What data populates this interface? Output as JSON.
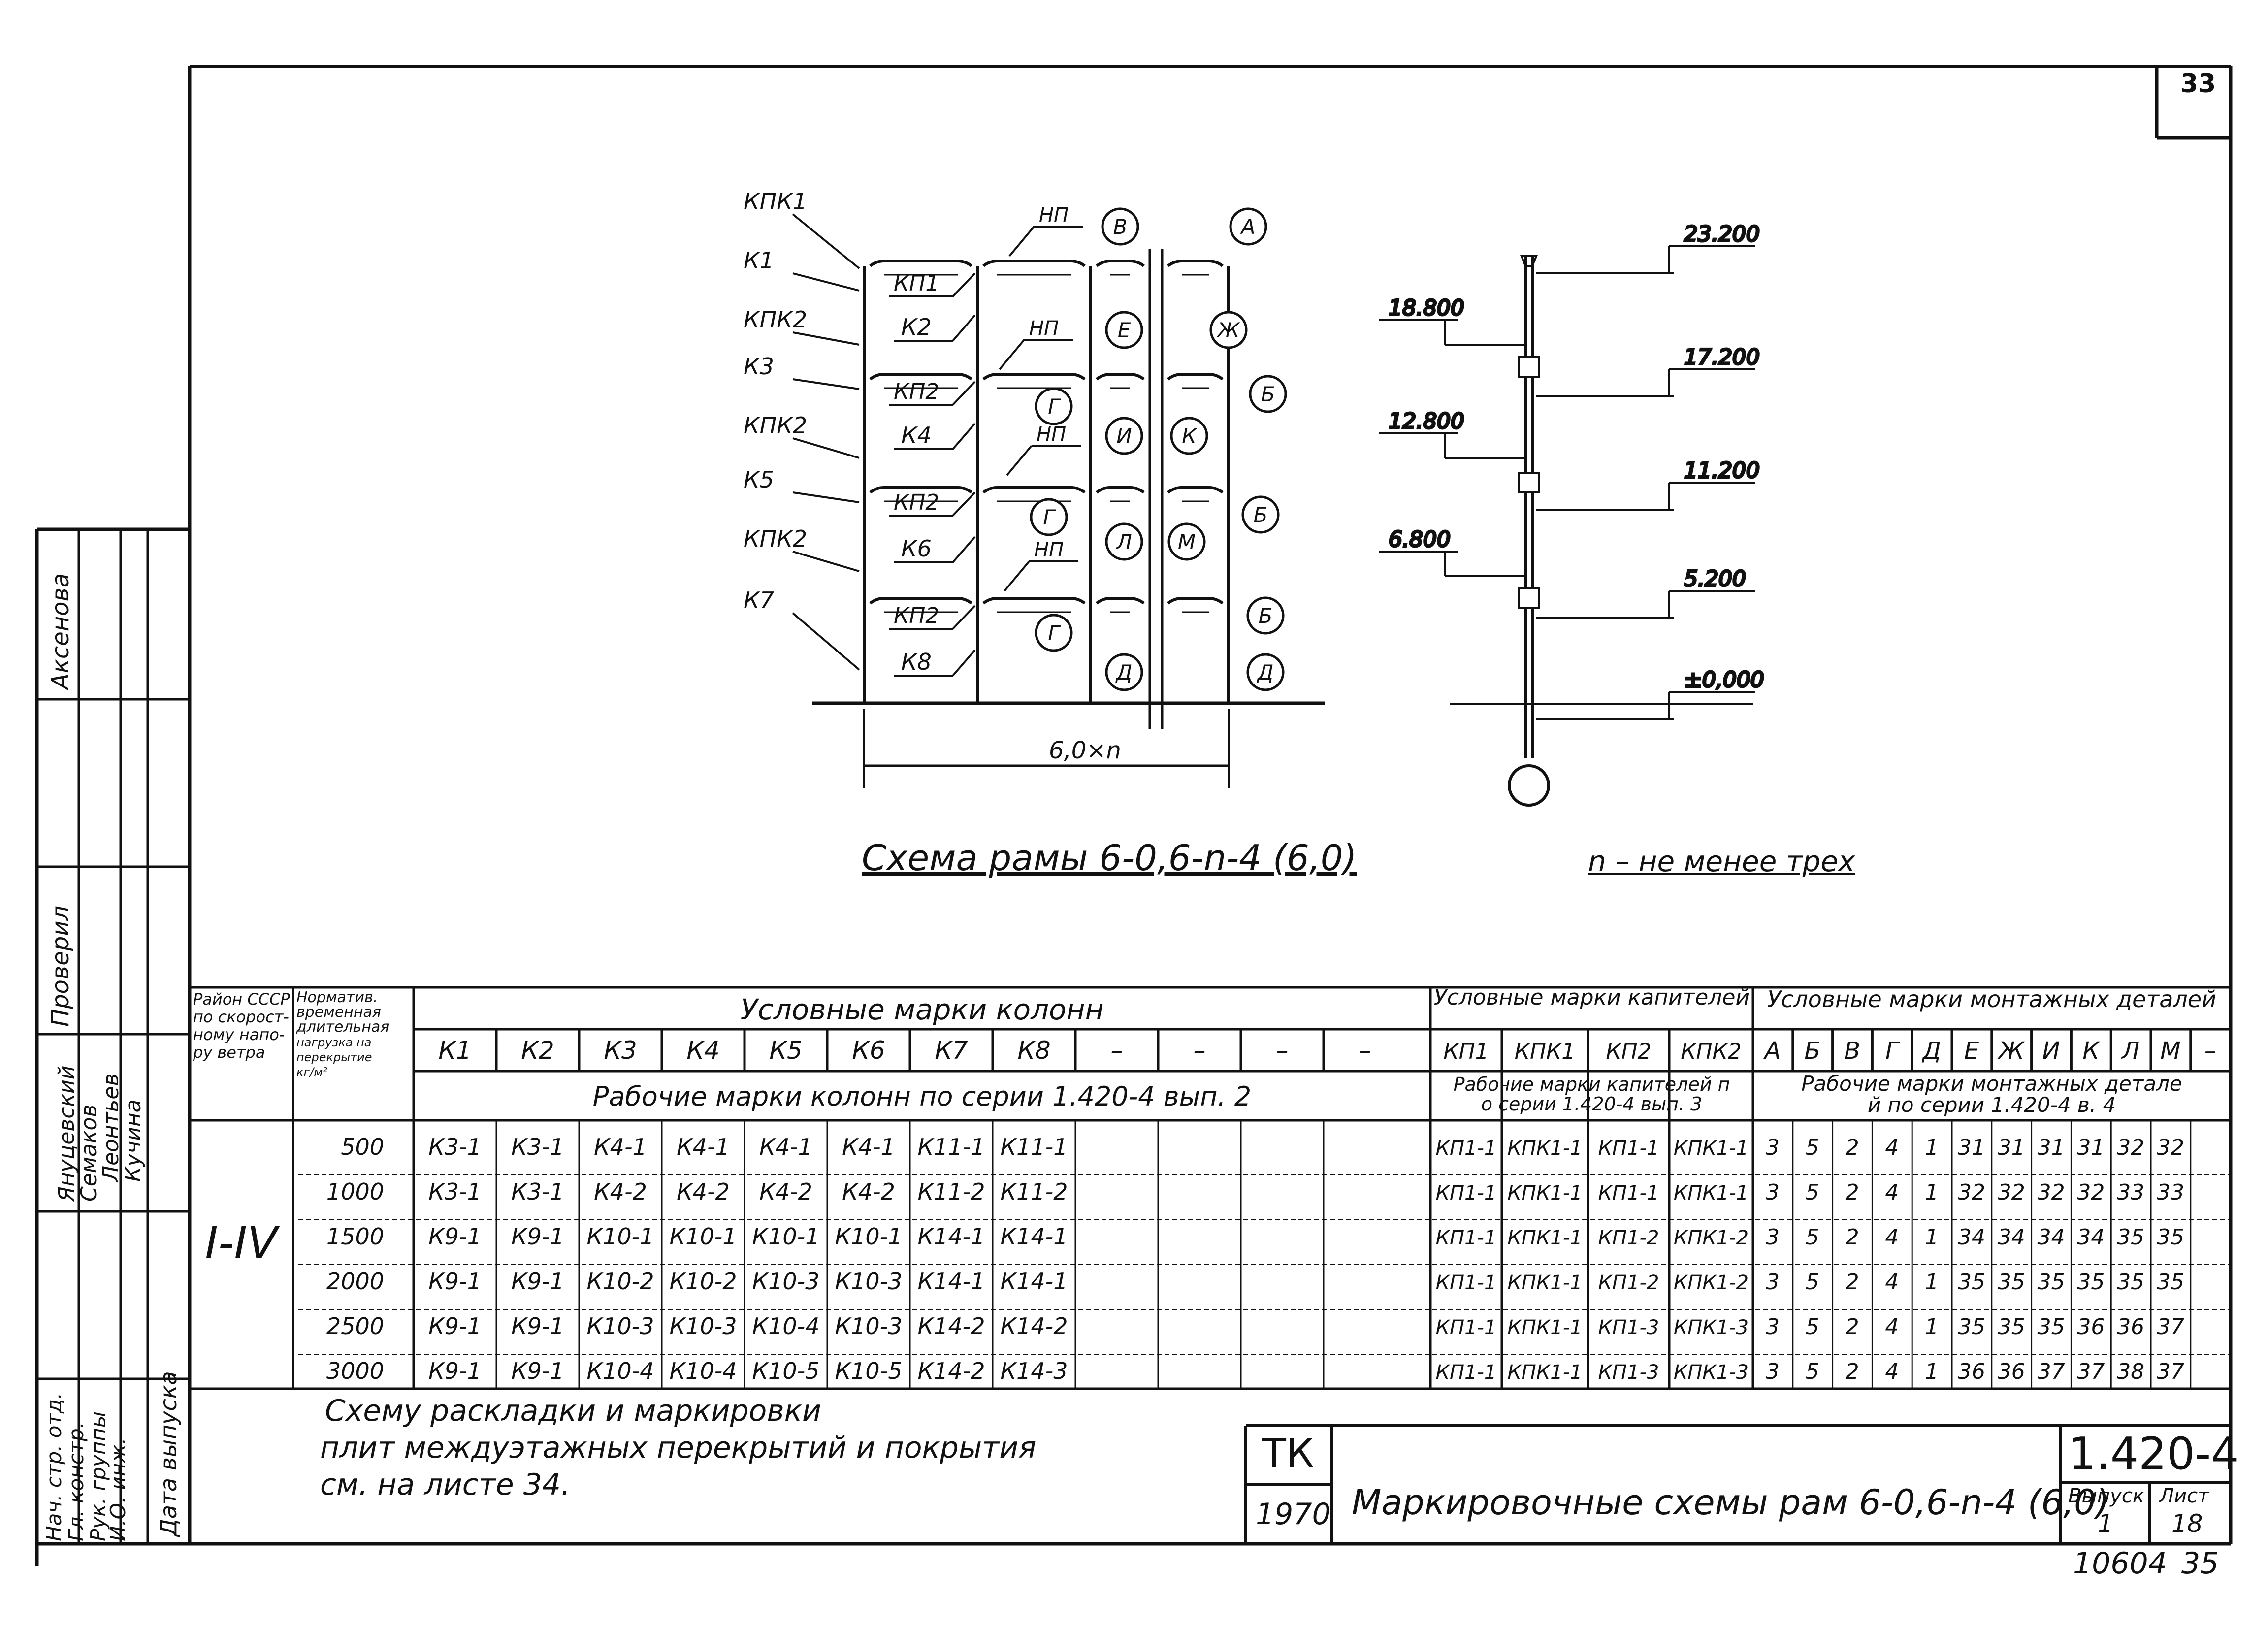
{
  "sheet": {
    "page_number": "33",
    "bottom_code": "10604",
    "bottom_page": "35"
  },
  "frame_diagram": {
    "labels_left": [
      "КПК1",
      "К1",
      "КПК2",
      "К3",
      "КПК2",
      "К5",
      "КПК2",
      "К7"
    ],
    "capitals": [
      "КП1",
      "КП2",
      "КП2",
      "КП2"
    ],
    "columns_inner": [
      "К2",
      "К4",
      "К6",
      "К8"
    ],
    "beam_labels": [
      "НП",
      "НП",
      "НП",
      "НП"
    ],
    "circle_labels": [
      "В",
      "А",
      "Е",
      "Ж",
      "Б",
      "Г",
      "И",
      "К",
      "Г",
      "Л",
      "М",
      "Б",
      "Г",
      "Б",
      "Д",
      "Д"
    ],
    "dimension": "6,0×n",
    "title": "Схема рамы 6-0,6-n-4 (6,0)"
  },
  "elevation": {
    "levels_right": [
      "23.200",
      "17.200",
      "11.200",
      "5.200",
      "±0,000"
    ],
    "levels_left": [
      "18.800",
      "12.800",
      "6.800"
    ],
    "note": "n – не менее трех"
  },
  "table": {
    "head_col1": [
      "Район СССР",
      "по скорост-",
      "ному напо-",
      "ру ветра"
    ],
    "head_col2": [
      "Норматив.",
      "временная",
      "длительная",
      "нагрузка на",
      "перекрытие",
      "кг/м²"
    ],
    "group_columns": "Условные марки колонн",
    "group_capitals": "Условные марки капителей",
    "group_details": "Условные марки монтажных деталей",
    "column_marks": [
      "К1",
      "К2",
      "К3",
      "К4",
      "К5",
      "К6",
      "К7",
      "К8",
      "–",
      "–",
      "–",
      "–"
    ],
    "capital_marks": [
      "КП1",
      "КПК1",
      "КП2",
      "КПК2"
    ],
    "detail_marks": [
      "А",
      "Б",
      "В",
      "Г",
      "Д",
      "Е",
      "Ж",
      "И",
      "К",
      "Л",
      "М",
      "–"
    ],
    "sub_columns": "Рабочие марки колонн по серии 1.420-4 вып. 2",
    "sub_capitals": "Рабочие марки капителей по серии 1.420-4 вып. 3",
    "sub_details": "Рабочие марки монтажных деталей по серии 1.420-4 в. 4",
    "region": "I-IV",
    "rows": [
      {
        "load": "500",
        "cols": [
          "К3-1",
          "К3-1",
          "К4-1",
          "К4-1",
          "К4-1",
          "К4-1",
          "К11-1",
          "К11-1",
          "",
          "",
          "",
          ""
        ],
        "caps": [
          "КП1-1",
          "КПК1-1",
          "КП1-1",
          "КПК1-1"
        ],
        "details": [
          "3",
          "5",
          "2",
          "4",
          "1",
          "31",
          "31",
          "31",
          "31",
          "32",
          "32",
          ""
        ]
      },
      {
        "load": "1000",
        "cols": [
          "К3-1",
          "К3-1",
          "К4-2",
          "К4-2",
          "К4-2",
          "К4-2",
          "К11-2",
          "К11-2",
          "",
          "",
          "",
          ""
        ],
        "caps": [
          "КП1-1",
          "КПК1-1",
          "КП1-1",
          "КПК1-1"
        ],
        "details": [
          "3",
          "5",
          "2",
          "4",
          "1",
          "32",
          "32",
          "32",
          "32",
          "33",
          "33",
          ""
        ]
      },
      {
        "load": "1500",
        "cols": [
          "К9-1",
          "К9-1",
          "К10-1",
          "К10-1",
          "К10-1",
          "К10-1",
          "К14-1",
          "К14-1",
          "",
          "",
          "",
          ""
        ],
        "caps": [
          "КП1-1",
          "КПК1-1",
          "КП1-2",
          "КПК1-2"
        ],
        "details": [
          "3",
          "5",
          "2",
          "4",
          "1",
          "34",
          "34",
          "34",
          "34",
          "35",
          "35",
          ""
        ]
      },
      {
        "load": "2000",
        "cols": [
          "К9-1",
          "К9-1",
          "К10-2",
          "К10-2",
          "К10-3",
          "К10-3",
          "К14-1",
          "К14-1",
          "",
          "",
          "",
          ""
        ],
        "caps": [
          "КП1-1",
          "КПК1-1",
          "КП1-2",
          "КПК1-2"
        ],
        "details": [
          "3",
          "5",
          "2",
          "4",
          "1",
          "35",
          "35",
          "35",
          "35",
          "35",
          "35",
          ""
        ]
      },
      {
        "load": "2500",
        "cols": [
          "К9-1",
          "К9-1",
          "К10-3",
          "К10-3",
          "К10-4",
          "К10-3",
          "К14-2",
          "К14-2",
          "",
          "",
          "",
          ""
        ],
        "caps": [
          "КП1-1",
          "КПК1-1",
          "КП1-3",
          "КПК1-3"
        ],
        "details": [
          "3",
          "5",
          "2",
          "4",
          "1",
          "35",
          "35",
          "35",
          "36",
          "36",
          "37",
          ""
        ]
      },
      {
        "load": "3000",
        "cols": [
          "К9-1",
          "К9-1",
          "К10-4",
          "К10-4",
          "К10-5",
          "К10-5",
          "К14-2",
          "К14-3",
          "",
          "",
          "",
          ""
        ],
        "caps": [
          "КП1-1",
          "КПК1-1",
          "КП1-3",
          "КПК1-3"
        ],
        "details": [
          "3",
          "5",
          "2",
          "4",
          "1",
          "36",
          "36",
          "37",
          "37",
          "38",
          "37",
          ""
        ]
      }
    ]
  },
  "note": [
    "Схему раскладки и маркировки",
    "плит междуэтажных перекрытий и покрытия",
    "см. на листе 34."
  ],
  "title_block": {
    "org": "ТК",
    "year": "1970",
    "code": "1.420-4",
    "title": "Маркировочные схемы рам 6-0,6-n-4 (6,0)",
    "issue_label": "Выпуск",
    "issue": "1",
    "sheet_label": "Лист",
    "sheet": "18"
  },
  "side_stamp": {
    "checked": "Проверил",
    "checked_name": "Аксенова",
    "roles": [
      "Нач. стр. отд.",
      "Гл. констр.",
      "Рук. группы",
      "И.О. инж."
    ],
    "names": [
      "Януцевский",
      "Семаков",
      "Леонтьев",
      "Кучина"
    ],
    "release": "Дата выпуска"
  }
}
